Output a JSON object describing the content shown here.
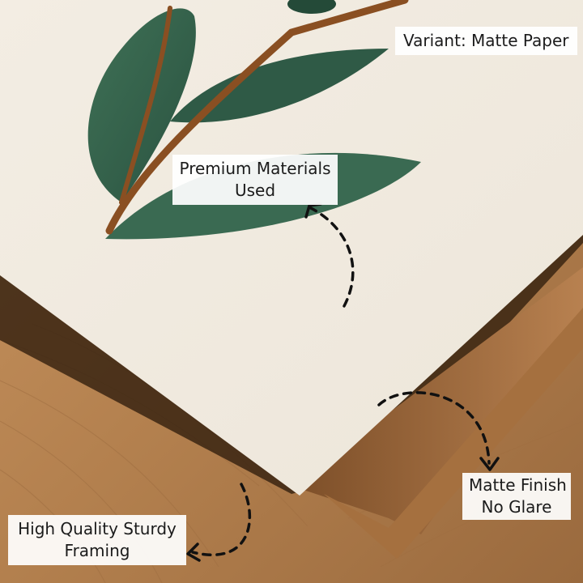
{
  "labels": {
    "variant": "Variant: Matte Paper",
    "premium": {
      "line1": "Premium Materials",
      "line2": "Used"
    },
    "matte": {
      "line1": "Matte Finish",
      "line2": "No Glare"
    },
    "framing": {
      "line1": "High Quality Sturdy",
      "line2": "Framing"
    }
  },
  "colors": {
    "paper": "#f1ebe1",
    "leaf_dark": "#2f5a46",
    "leaf_mid": "#3e6e54",
    "stem": "#8a4f22",
    "wood_light": "#c99864",
    "wood_dark": "#8e5e34",
    "arrow": "#111111"
  },
  "icons": {
    "arrow_premium": "dashed-curved-arrow-icon",
    "arrow_matte": "dashed-curved-arrow-icon",
    "arrow_framing": "dashed-curved-arrow-icon"
  }
}
